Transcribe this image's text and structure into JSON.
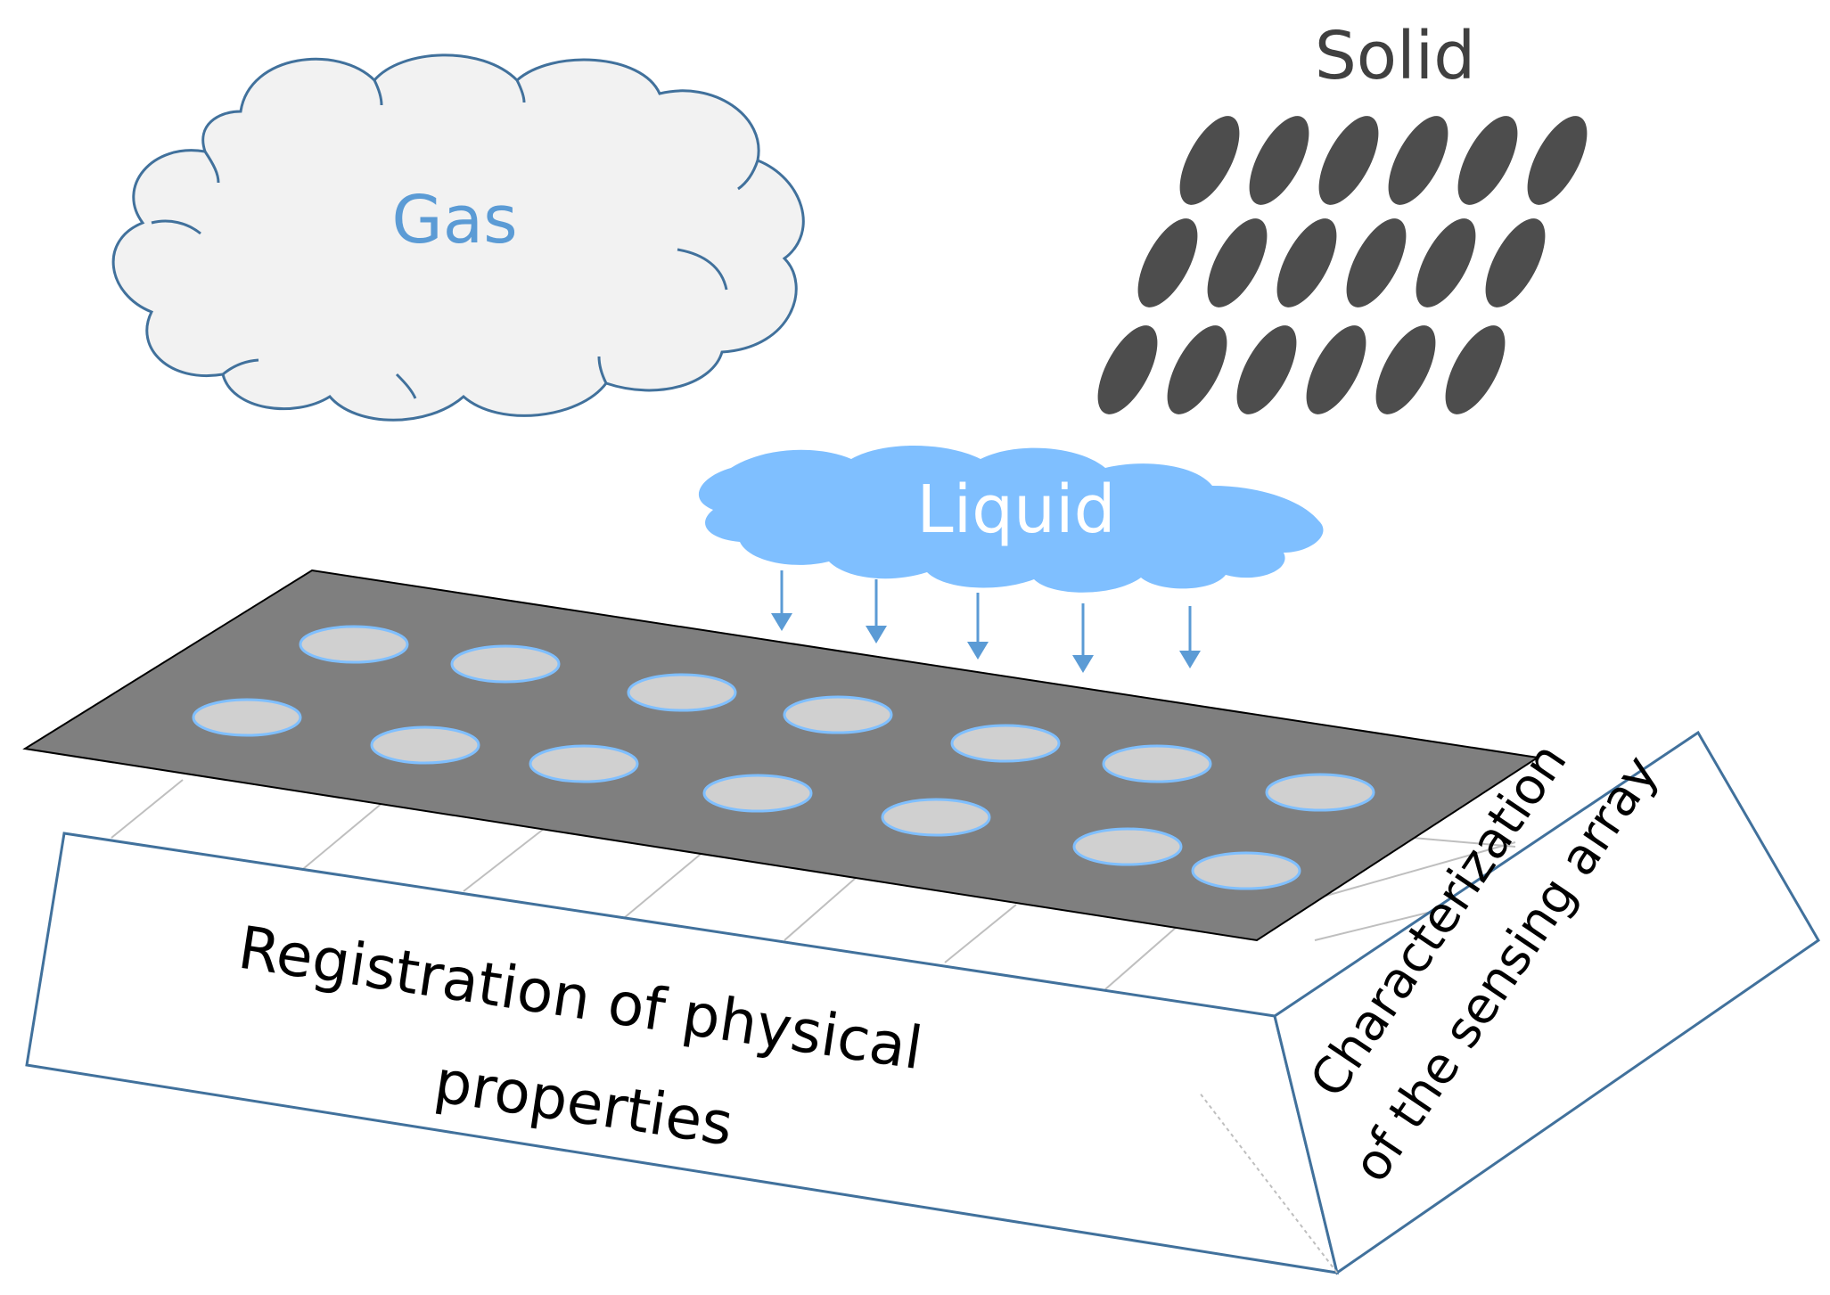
{
  "labels": {
    "gas": "Gas",
    "solid": "Solid",
    "liquid": "Liquid",
    "registration_line1": "Registration of physical",
    "registration_line2": "properties",
    "characterization_line1": "Characterization",
    "characterization_line2": "of the sensing array"
  },
  "colors": {
    "gas_text": "#5b9bd5",
    "gas_fill": "#f2f2f2",
    "gas_stroke": "#41719c",
    "liquid_fill": "#7fbfff",
    "liquid_text": "#ffffff",
    "solid_particle": "#4d4d4d",
    "solid_text": "#404040",
    "plate_fill": "#7f7f7f",
    "well_fill": "#d0d0d0",
    "well_stroke": "#7fbfff",
    "arrow": "#5b9bd5",
    "box_stroke": "#41719c",
    "grid_line": "#bfbfbf",
    "text_dark": "#000000"
  },
  "icons": {
    "gas": "cloud-shape",
    "liquid": "cloud-shape",
    "solid": "particle-grid"
  }
}
